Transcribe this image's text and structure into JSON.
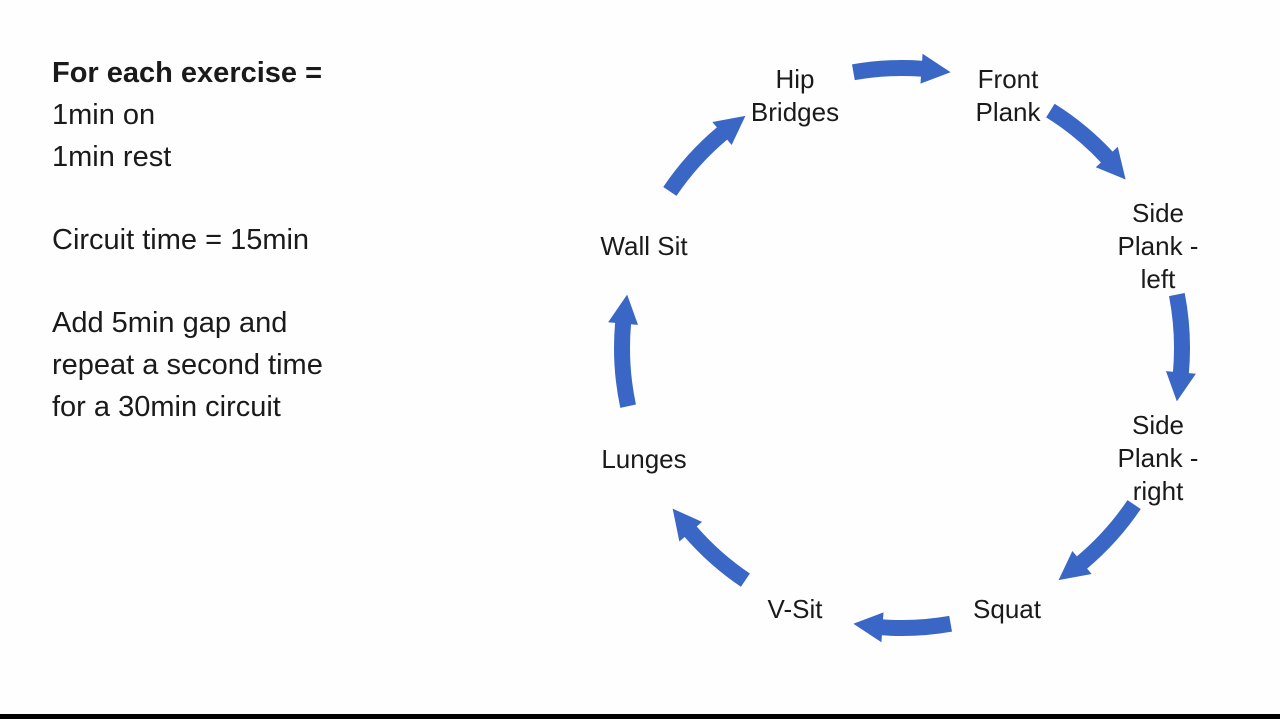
{
  "notes": {
    "heading": "For each exercise =",
    "lines": [
      "1min on",
      "1min rest"
    ],
    "circuit_time": "Circuit time = 15min",
    "repeat_lines": [
      "Add 5min gap and",
      "repeat a second time",
      "for a 30min circuit"
    ]
  },
  "circuit": {
    "arrow_color": "#3a67c6",
    "exercises": [
      {
        "id": "hip-bridges",
        "lines": [
          "Hip",
          "Bridges"
        ]
      },
      {
        "id": "front-plank",
        "lines": [
          "Front",
          "Plank"
        ]
      },
      {
        "id": "side-plank-left",
        "lines": [
          "Side",
          "Plank -",
          "left"
        ]
      },
      {
        "id": "side-plank-right",
        "lines": [
          "Side",
          "Plank -",
          "right"
        ]
      },
      {
        "id": "squat",
        "lines": [
          "Squat"
        ]
      },
      {
        "id": "v-sit",
        "lines": [
          "V-Sit"
        ]
      },
      {
        "id": "lunges",
        "lines": [
          "Lunges"
        ]
      },
      {
        "id": "wall-sit",
        "lines": [
          "Wall Sit"
        ]
      }
    ]
  }
}
